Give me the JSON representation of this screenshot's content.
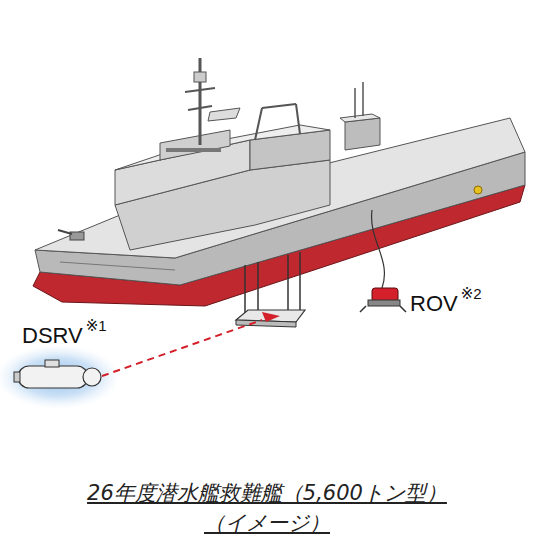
{
  "diagram": {
    "caption": "26年度潜水艦救難艦（5,600トン型） （イメージ）",
    "labels": [
      "DSRV",
      "※1",
      "ROV",
      "※2"
    ]
  }
}
